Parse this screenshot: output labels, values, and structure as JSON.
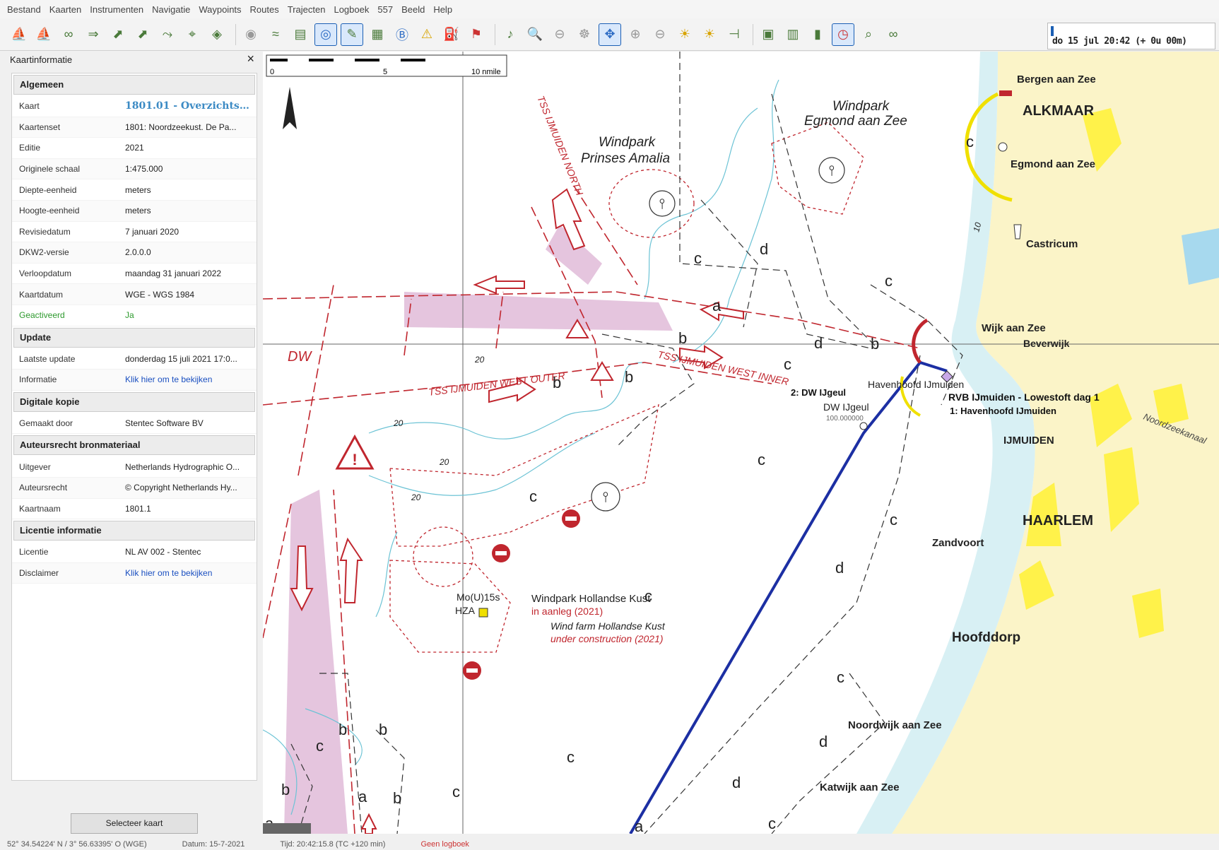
{
  "menu": [
    "Bestand",
    "Kaarten",
    "Instrumenten",
    "Navigatie",
    "Waypoints",
    "Routes",
    "Trajecten",
    "Logboek",
    "557",
    "Beeld",
    "Help"
  ],
  "toolbar": {
    "time_label": "do 15 jul 20:42 (+ 0u 00m)",
    "icons": [
      "boat-icon",
      "boat-icon",
      "binoculars-icon",
      "route-icon",
      "waypoint-icon",
      "waypoint-icon",
      "track-icon",
      "gps-icon",
      "layers-icon",
      "globe-icon",
      "tide-icon",
      "chart-icon",
      "nav-mode-icon",
      "route-mode-icon",
      "grid-icon",
      "b-icon",
      "warning-icon",
      "fuel-icon",
      "flag-icon",
      "sound-icon",
      "zoom-icon",
      "stop-icon",
      "helm-icon",
      "compass-icon",
      "zoom-in-icon",
      "zoom-out-icon",
      "bulb-icon",
      "bulb-icon",
      "measure-icon",
      "panel-icon",
      "layout-icon",
      "book-icon",
      "clock-icon",
      "search-time-icon",
      "binoculars-icon"
    ]
  },
  "panel": {
    "title": "Kaartinformatie",
    "close": "×",
    "select_button": "Selecteer kaart",
    "sections": [
      {
        "title": "Algemeen",
        "rows": [
          {
            "k": "Kaart",
            "v": "1801.01 - Overzichtsk...",
            "style": "chart"
          },
          {
            "k": "Kaartenset",
            "v": "1801: Noordzeekust. De Pa..."
          },
          {
            "k": "Editie",
            "v": "2021"
          },
          {
            "k": "Originele schaal",
            "v": "1:475.000"
          },
          {
            "k": "Diepte-eenheid",
            "v": "meters"
          },
          {
            "k": "Hoogte-eenheid",
            "v": "meters"
          },
          {
            "k": "Revisiedatum",
            "v": "7 januari 2020"
          },
          {
            "k": "DKW2-versie",
            "v": "2.0.0.0"
          },
          {
            "k": "Verloopdatum",
            "v": "maandag 31 januari 2022"
          },
          {
            "k": "Kaartdatum",
            "v": "WGE - WGS 1984"
          },
          {
            "k": "Geactiveerd",
            "v": "Ja",
            "style": "green"
          }
        ]
      },
      {
        "title": "Update",
        "rows": [
          {
            "k": "Laatste update",
            "v": "donderdag 15 juli 2021 17:0..."
          },
          {
            "k": "Informatie",
            "v": "Klik hier om te bekijken",
            "style": "link"
          }
        ]
      },
      {
        "title": "Digitale kopie",
        "rows": [
          {
            "k": "Gemaakt door",
            "v": "Stentec Software BV"
          }
        ]
      },
      {
        "title": "Auteursrecht bronmateriaal",
        "rows": [
          {
            "k": "Uitgever",
            "v": "Netherlands Hydrographic O..."
          },
          {
            "k": "Auteursrecht",
            "v": "© Copyright Netherlands Hy..."
          },
          {
            "k": "Kaartnaam",
            "v": "1801.1"
          }
        ]
      },
      {
        "title": "Licentie informatie",
        "rows": [
          {
            "k": "Licentie",
            "v": "NL AV 002 - Stentec"
          },
          {
            "k": "Disclaimer",
            "v": "Klik hier om te bekijken",
            "style": "link"
          }
        ]
      }
    ]
  },
  "map": {
    "scale": {
      "zero": "0",
      "mid": "5",
      "end": "10 nmile"
    },
    "labels": {
      "windpark_amalia": "Windpark",
      "windpark_amalia2": "Prinses Amalia",
      "windpark_egmond": "Windpark",
      "windpark_egmond2": "Egmond aan Zee",
      "tss_north": "TSS IJMUIDEN NORTH",
      "tss_west_outer": "TSS IJMUIDEN WEST OUTER",
      "tss_west_inner": "TSS IJMUIDEN WEST INNER",
      "dw": "DW",
      "hk_nl": "Windpark Hollandse Kust",
      "hk_nl2": "in aanleg (2021)",
      "hk_en": "Wind farm Hollandse Kust",
      "hk_en2": "under construction (2021)",
      "light": "Mo(U)15s",
      "hza": "HZA",
      "dw_ijgeul": "2: DW IJgeul",
      "dw_ijgeul2": "DW IJgeul",
      "dw_ijgeul_val": "100.000000",
      "havenhoofd": "Havenhoofd IJmuiden",
      "rvb": "RVB IJmuiden - Lowestoft dag 1",
      "havenhoofd1": "1: Havenhoofd IJmuiden",
      "depth_20": "20",
      "depth_10": "10",
      "noordzeekanaal": "Noordzeekanaal",
      "places": [
        "Bergen aan Zee",
        "ALKMAAR",
        "Egmond aan Zee",
        "Castricum",
        "Wijk aan Zee",
        "Beverwijk",
        "IJMUIDEN",
        "HAARLEM",
        "Zandvoort",
        "Hoofddorp",
        "Noordwijk aan Zee",
        "Katwijk aan Zee"
      ],
      "zones": {
        "a": "a",
        "b": "b",
        "c": "c",
        "d": "d"
      }
    }
  },
  "status": {
    "position": "52° 34.54224' N / 3° 56.63395' O (WGE)",
    "datum": "Datum: 15-7-2021",
    "tijd": "Tijd: 20:42:15.8 (TC +120 min)",
    "logboek": "Geen logboek"
  }
}
